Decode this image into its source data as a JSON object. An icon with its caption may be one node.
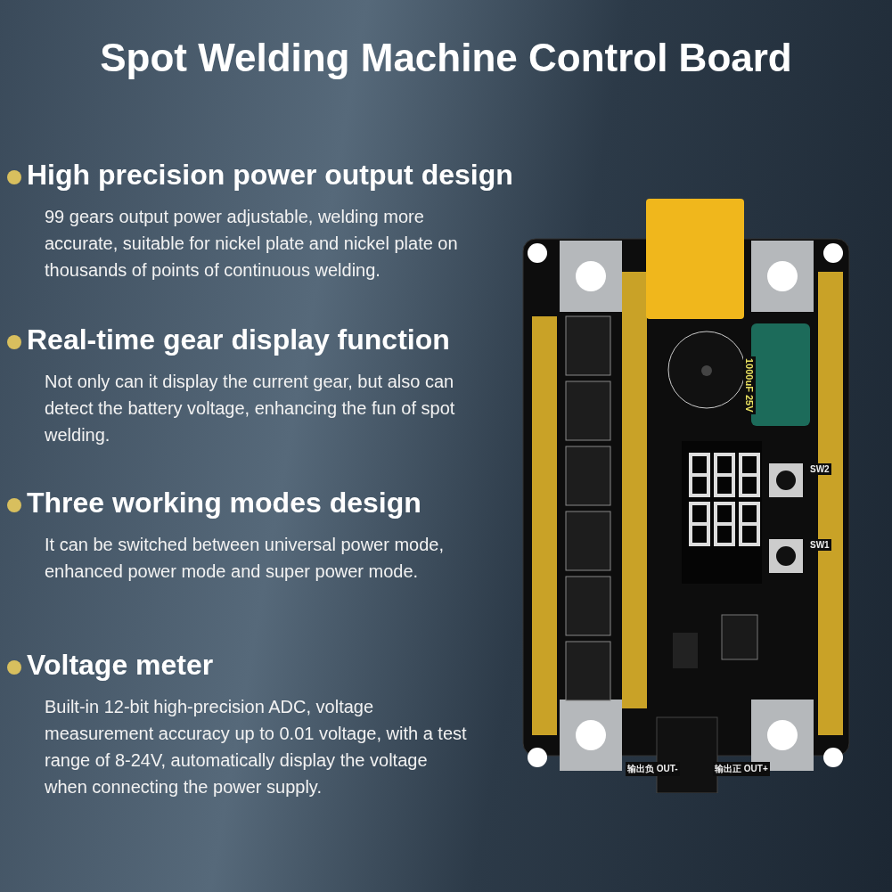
{
  "diagram": {
    "title": "Spot Welding Machine Control Board",
    "labels": [
      "High precision power output design",
      "99 gears output power adjustable, welding more accurate, suitable for nickel plate and nickel plate on thousands of points of continuous welding.",
      "Real-time gear display function",
      "Not only can it display the current gear, but also can detect the battery voltage, enhancing the fun of spot welding.",
      "Three working modes design",
      "It can be switched between universal power mode, enhanced power mode and super power mode.",
      "Voltage meter",
      "Built-in 12-bit high-precision ADC, voltage measurement accuracy up to 0.01 voltage, with a test range of 8-24V, automatically display the voltage when connecting the power supply.",
      "1000uF 25V",
      "SW2",
      "SW1",
      "输出负 OUT-",
      "输出正 OUT+"
    ]
  }
}
